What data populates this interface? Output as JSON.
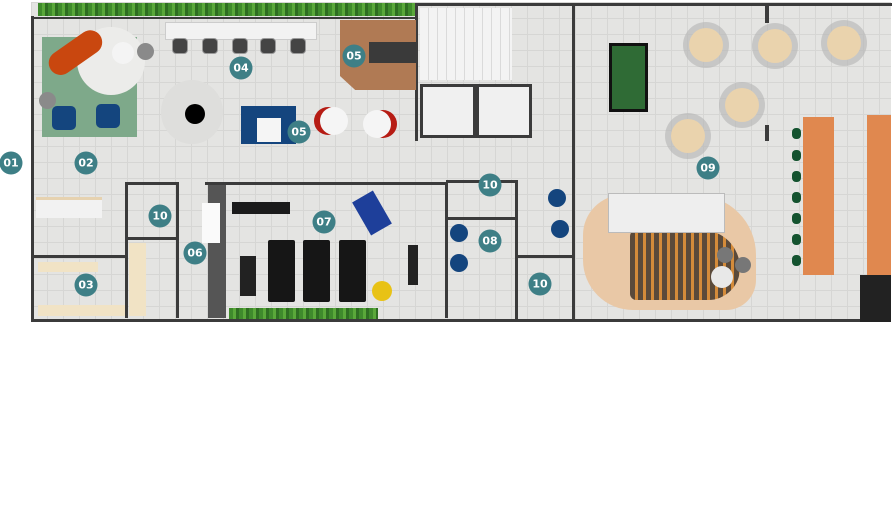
{
  "markers": [
    {
      "id": "m01",
      "label": "01"
    },
    {
      "id": "m02",
      "label": "02"
    },
    {
      "id": "m03",
      "label": "03"
    },
    {
      "id": "m04",
      "label": "04"
    },
    {
      "id": "m05a",
      "label": "05"
    },
    {
      "id": "m05b",
      "label": "05"
    },
    {
      "id": "m06",
      "label": "06"
    },
    {
      "id": "m07",
      "label": "07"
    },
    {
      "id": "m08",
      "label": "08"
    },
    {
      "id": "m09",
      "label": "09"
    },
    {
      "id": "m10a",
      "label": "10"
    },
    {
      "id": "m10b",
      "label": "10"
    },
    {
      "id": "m10c",
      "label": "10"
    }
  ],
  "colors": {
    "marker": "#3e7f86",
    "wall": "#3b3b3b",
    "floor": "#e4e4e2",
    "island": "#e0884f",
    "pool_table": "#2f6b35"
  }
}
